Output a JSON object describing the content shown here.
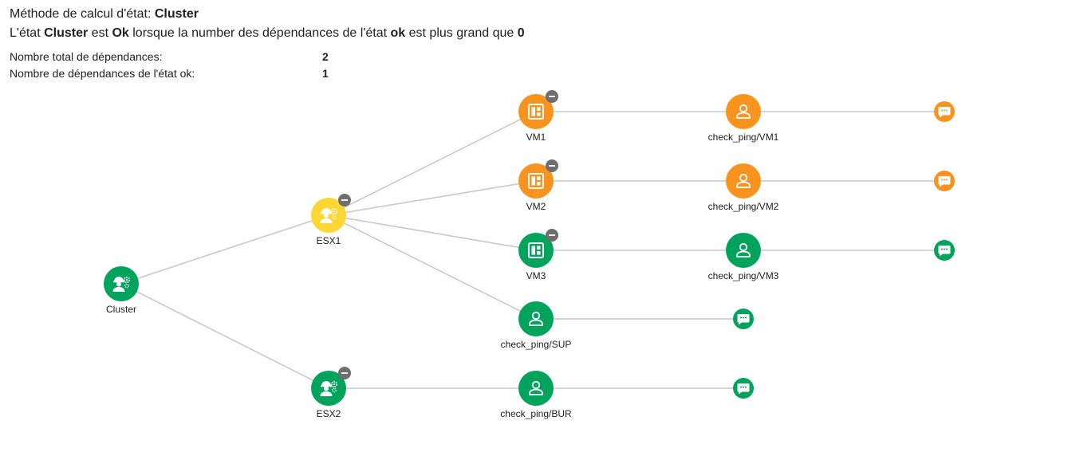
{
  "header": {
    "method_label": "Méthode de calcul d'état: ",
    "method_value": "Cluster",
    "rule_prefix": "L'état ",
    "rule_node": "Cluster",
    "rule_mid1": " est ",
    "rule_state": "Ok",
    "rule_mid2": " lorsque la number des dépendances de l'état ",
    "rule_dep_state": "ok",
    "rule_mid3": " est plus grand que ",
    "rule_threshold": "0"
  },
  "stats": {
    "total_label": "Nombre total de dépendances:",
    "total_value": "2",
    "ok_label": "Nombre de dépendances de l'état ok:",
    "ok_value": "1"
  },
  "colors": {
    "green": "#00a35c",
    "orange": "#f7931e",
    "yellow": "#fcd733",
    "collapse_badge": "#6e6e6e",
    "edge": "#c8c8c8"
  },
  "graph": {
    "nodes": [
      {
        "id": "cluster",
        "label": "Cluster",
        "icon": "service-group-icon",
        "status": "green",
        "badge": false
      },
      {
        "id": "esx1",
        "label": "ESX1",
        "icon": "service-group-icon",
        "status": "yellow",
        "badge": true
      },
      {
        "id": "esx2",
        "label": "ESX2",
        "icon": "service-group-icon",
        "status": "green",
        "badge": true
      },
      {
        "id": "vm1",
        "label": "VM1",
        "icon": "host-icon",
        "status": "orange",
        "badge": true
      },
      {
        "id": "vm2",
        "label": "VM2",
        "icon": "host-icon",
        "status": "orange",
        "badge": true
      },
      {
        "id": "vm3",
        "label": "VM3",
        "icon": "host-icon",
        "status": "green",
        "badge": true
      },
      {
        "id": "ping_sup",
        "label": "check_ping/SUP",
        "icon": "user-icon",
        "status": "green",
        "badge": false
      },
      {
        "id": "ping_bur",
        "label": "check_ping/BUR",
        "icon": "user-icon",
        "status": "green",
        "badge": false
      },
      {
        "id": "ping_vm1",
        "label": "check_ping/VM1",
        "icon": "user-icon",
        "status": "orange",
        "badge": false
      },
      {
        "id": "ping_vm2",
        "label": "check_ping/VM2",
        "icon": "user-icon",
        "status": "orange",
        "badge": false
      },
      {
        "id": "ping_vm3",
        "label": "check_ping/VM3",
        "icon": "user-icon",
        "status": "green",
        "badge": false
      },
      {
        "id": "msg_vm1",
        "label": "",
        "icon": "chat-icon",
        "status": "orange",
        "badge": false
      },
      {
        "id": "msg_vm2",
        "label": "",
        "icon": "chat-icon",
        "status": "orange",
        "badge": false
      },
      {
        "id": "msg_vm3",
        "label": "",
        "icon": "chat-icon",
        "status": "green",
        "badge": false
      },
      {
        "id": "msg_sup",
        "label": "",
        "icon": "chat-icon",
        "status": "green",
        "badge": false
      },
      {
        "id": "msg_bur",
        "label": "",
        "icon": "chat-icon",
        "status": "green",
        "badge": false
      }
    ],
    "edges": [
      [
        "cluster",
        "esx1"
      ],
      [
        "cluster",
        "esx2"
      ],
      [
        "esx1",
        "vm1"
      ],
      [
        "esx1",
        "vm2"
      ],
      [
        "esx1",
        "vm3"
      ],
      [
        "esx1",
        "ping_sup"
      ],
      [
        "esx2",
        "ping_bur"
      ],
      [
        "vm1",
        "ping_vm1"
      ],
      [
        "vm2",
        "ping_vm2"
      ],
      [
        "vm3",
        "ping_vm3"
      ],
      [
        "ping_vm1",
        "msg_vm1"
      ],
      [
        "ping_vm2",
        "msg_vm2"
      ],
      [
        "ping_vm3",
        "msg_vm3"
      ],
      [
        "ping_sup",
        "msg_sup"
      ],
      [
        "ping_bur",
        "msg_bur"
      ]
    ]
  }
}
